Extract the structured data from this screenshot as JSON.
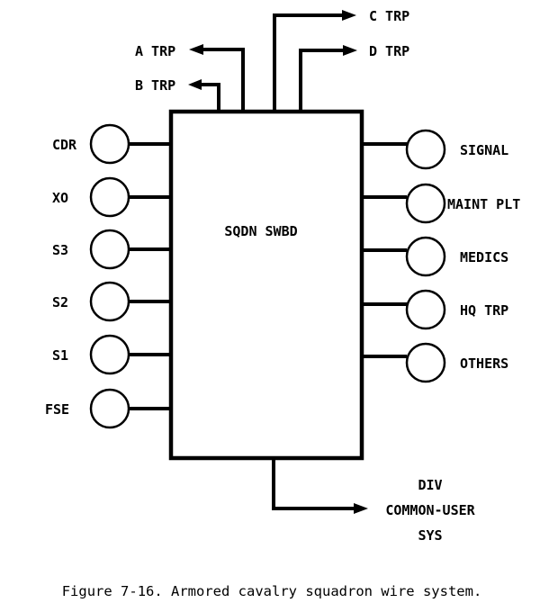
{
  "switchboard": {
    "label": "SQDN SWBD"
  },
  "troops": [
    {
      "id": "a",
      "label": "A TRP"
    },
    {
      "id": "b",
      "label": "B TRP"
    },
    {
      "id": "c",
      "label": "C TRP"
    },
    {
      "id": "d",
      "label": "D TRP"
    }
  ],
  "left_stations": [
    {
      "label": "CDR"
    },
    {
      "label": "XO"
    },
    {
      "label": "S3"
    },
    {
      "label": "S2"
    },
    {
      "label": "S1"
    },
    {
      "label": "FSE"
    }
  ],
  "right_stations": [
    {
      "label": "SIGNAL"
    },
    {
      "label": "MAINT PLT"
    },
    {
      "label": "MEDICS"
    },
    {
      "label": "HQ TRP"
    },
    {
      "label": "OTHERS"
    }
  ],
  "div_link": {
    "lines": [
      "DIV",
      "COMMON-USER",
      "SYS"
    ]
  },
  "caption": "Figure 7-16. Armored cavalry squadron wire system."
}
